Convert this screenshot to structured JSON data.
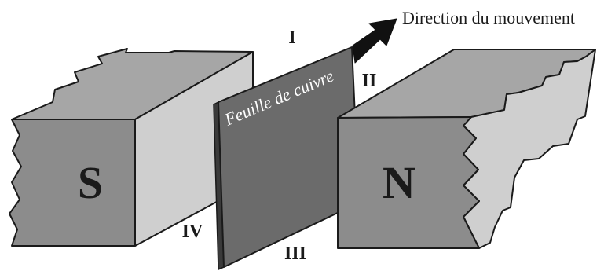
{
  "diagram": {
    "direction_label": "Direction du mouvement",
    "sheet_label": "Feuille de cuivre",
    "south_pole_label": "S",
    "north_pole_label": "N",
    "region_labels": {
      "top": "I",
      "right": "II",
      "bottom": "III",
      "left": "IV"
    },
    "colors": {
      "magnet_front": "#8c8c8c",
      "magnet_side": "#cfcfcf",
      "magnet_top": "#a6a6a6",
      "sheet": "#6b6b6b",
      "sheet_edge": "#3a3a3a",
      "arrow": "#111111",
      "outline": "#1a1a1a"
    }
  }
}
